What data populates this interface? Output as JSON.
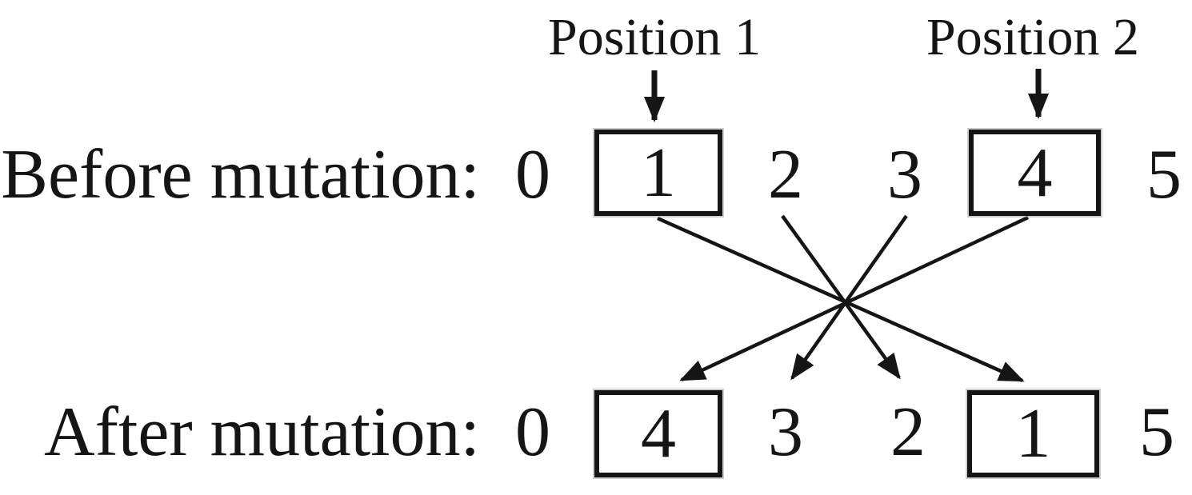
{
  "figure": {
    "title_hint": "Inversion mutation of a permutation between two selected positions",
    "colors": {
      "background": "#ffffff",
      "ink": "#151515",
      "box_border": "#141414"
    },
    "position_labels": [
      {
        "label": "Position 1"
      },
      {
        "label": "Position 2"
      }
    ],
    "rows": [
      {
        "label": "Before mutation:",
        "cells": [
          {
            "value": "0",
            "boxed": false
          },
          {
            "value": "1",
            "boxed": true
          },
          {
            "value": "2",
            "boxed": false
          },
          {
            "value": "3",
            "boxed": false
          },
          {
            "value": "4",
            "boxed": true
          },
          {
            "value": "5",
            "boxed": false
          }
        ]
      },
      {
        "label": "After mutation:",
        "cells": [
          {
            "value": "0",
            "boxed": false
          },
          {
            "value": "4",
            "boxed": true
          },
          {
            "value": "3",
            "boxed": false
          },
          {
            "value": "2",
            "boxed": false
          },
          {
            "value": "1",
            "boxed": true
          },
          {
            "value": "5",
            "boxed": false
          }
        ]
      }
    ],
    "arrows": {
      "position_pointers": [
        {
          "from": "Position 1",
          "points_to_value": "1"
        },
        {
          "from": "Position 2",
          "points_to_value": "4"
        }
      ],
      "swap_arrows": [
        {
          "moves_value": "1",
          "to_slot_of": "4"
        },
        {
          "moves_value": "2",
          "to_slot_of": "3"
        },
        {
          "moves_value": "3",
          "to_slot_of": "2"
        },
        {
          "moves_value": "4",
          "to_slot_of": "1"
        }
      ]
    }
  }
}
